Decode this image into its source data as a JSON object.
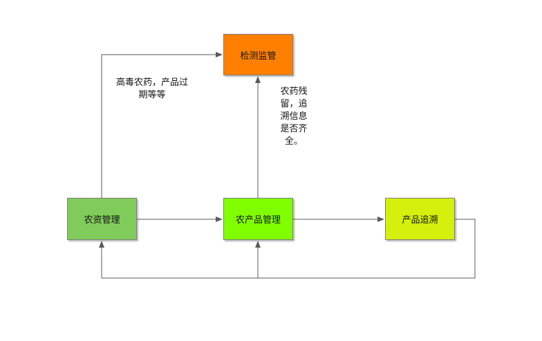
{
  "nodes": {
    "inspection": {
      "label": "检测监管",
      "color": "#ff8000"
    },
    "agri_input": {
      "label": "农资管理",
      "color": "#80cc5a"
    },
    "agri_product": {
      "label": "农产品管理",
      "color": "#80ff00"
    },
    "trace": {
      "label": "产品追溯",
      "color": "#d4f00c"
    }
  },
  "notes": {
    "toxic": "高毒农药，产品过期等等",
    "residue": "农药残留，追溯信息是否齐全。"
  },
  "line_color": "#5a5a5a"
}
